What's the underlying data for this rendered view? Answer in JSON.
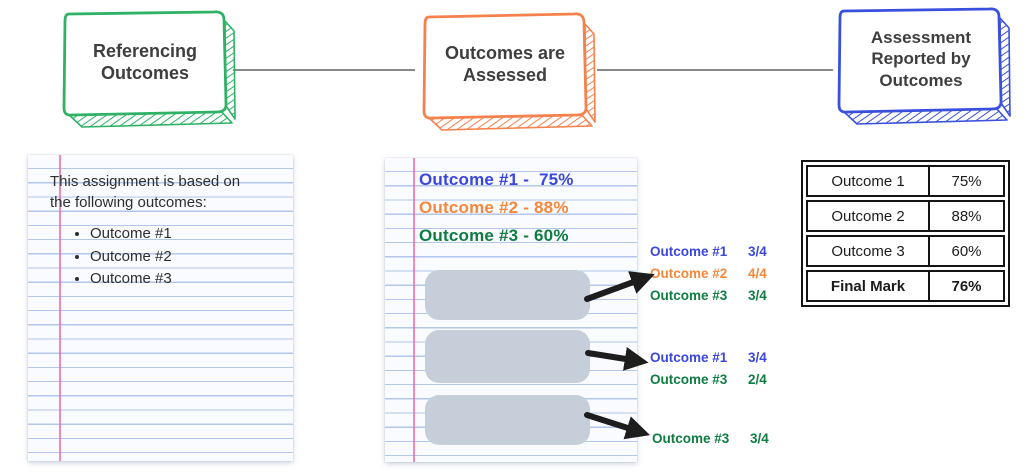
{
  "flow_nodes": [
    {
      "label": "Referencing\nOutcomes"
    },
    {
      "label": "Outcomes are\nAssessed"
    },
    {
      "label": "Assessment\nReported by\nOutcomes"
    }
  ],
  "left_note": {
    "intro": "This assignment is based on\nthe following outcomes:",
    "bullets": [
      "Outcome #1",
      "Outcome #2",
      "Outcome #3"
    ]
  },
  "middle_note": {
    "headings": [
      {
        "label": "Outcome #1 -  75%",
        "color": "#3a46dd"
      },
      {
        "label": "Outcome #2 - 88%",
        "color": "#f6873c"
      },
      {
        "label": "Outcome #3 - 60%",
        "color": "#0f7c42"
      }
    ]
  },
  "score_groups": [
    {
      "rows": [
        {
          "name": "Outcome #1",
          "score": "3/4",
          "color": "#3a46dd"
        },
        {
          "name": "Outcome #2",
          "score": "4/4",
          "color": "#f6873c"
        },
        {
          "name": "Outcome #3",
          "score": "3/4",
          "color": "#0f7c42"
        }
      ]
    },
    {
      "rows": [
        {
          "name": "Outcome #1",
          "score": "3/4",
          "color": "#3a46dd"
        },
        {
          "name": "Outcome #3",
          "score": "2/4",
          "color": "#0f7c42"
        }
      ]
    },
    {
      "rows": [
        {
          "name": "Outcome #3",
          "score": "3/4",
          "color": "#0f7c42"
        }
      ]
    }
  ],
  "results_table": {
    "rows": [
      {
        "label": "Outcome 1",
        "value": "75%"
      },
      {
        "label": "Outcome 2",
        "value": "88%"
      },
      {
        "label": "Outcome 3",
        "value": "60%"
      },
      {
        "label": "Final Mark",
        "value": "76%"
      }
    ]
  },
  "colors": {
    "node_green": "#2fb266",
    "node_orange": "#f5814c",
    "node_blue": "#3a50dd",
    "connector_gray": "#888888",
    "arrow_black": "#1d1d1d",
    "block_gray": "#c6cfd9"
  }
}
